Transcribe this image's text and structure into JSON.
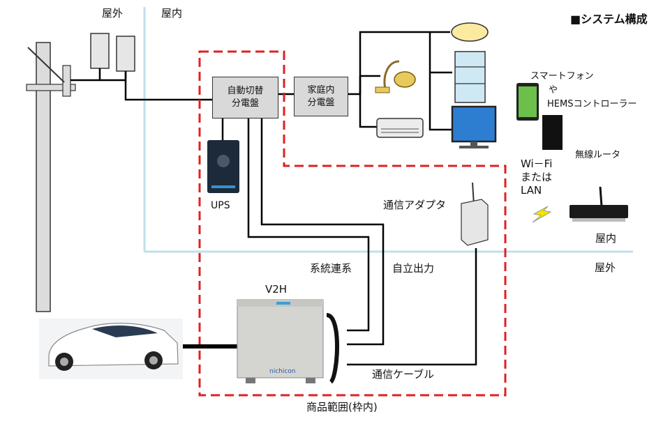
{
  "header": {
    "title": "■システム構成"
  },
  "zones": {
    "outdoor_top": "屋外",
    "indoor_top": "屋内",
    "indoor_right": "屋内",
    "outdoor_right": "屋外"
  },
  "devices": {
    "auto_panel": [
      "自動切替",
      "分電盤"
    ],
    "home_panel": [
      "家庭内",
      "分電盤"
    ],
    "ups": "UPS",
    "smartphone": [
      "スマートフォン",
      "や",
      "HEMSコントローラー"
    ],
    "wireless_router": "無線ルータ",
    "wifi": [
      "Wi－Fi",
      "または",
      "LAN"
    ],
    "comm_adapter": "通信アダプタ",
    "v2h": "V2H",
    "v2h_brand": "nichicon"
  },
  "lines": {
    "grid_link": "系統連系",
    "independent_output": "自立出力",
    "comm_cable": "通信ケーブル"
  },
  "footer": {
    "product_scope": "商品範囲(枠内)"
  },
  "colors": {
    "scope_border": "#e02020",
    "zone_line": "#bfe0ea",
    "box_fill": "#d9d9d9",
    "wire": "#000000"
  }
}
